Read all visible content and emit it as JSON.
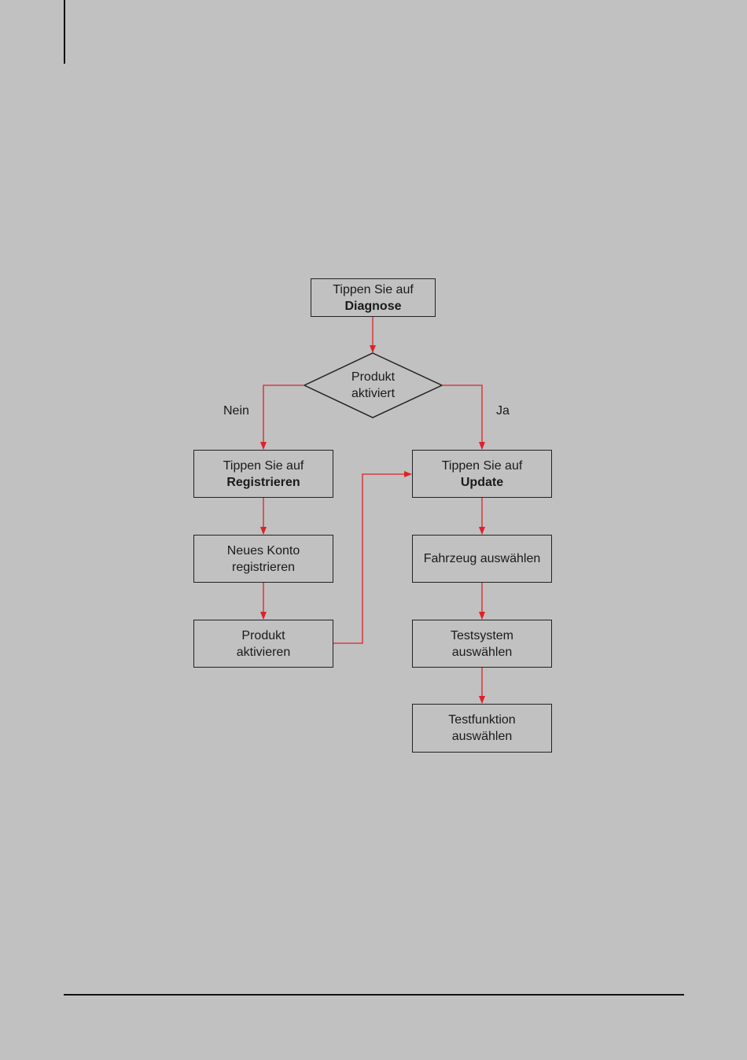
{
  "flowchart": {
    "start": {
      "line1": "Tippen Sie auf",
      "line2": "Diagnose"
    },
    "decision": {
      "line1": "Produkt",
      "line2": "aktiviert"
    },
    "branch_no": "Nein",
    "branch_yes": "Ja",
    "register": {
      "line1": "Tippen Sie auf",
      "line2": "Registrieren"
    },
    "new_account": {
      "line1": "Neues Konto",
      "line2": "registrieren"
    },
    "activate": {
      "line1": "Produkt",
      "line2": "aktivieren"
    },
    "update": {
      "line1": "Tippen Sie auf",
      "line2": "Update"
    },
    "select_vehicle": {
      "line1": "Fahrzeug auswählen"
    },
    "select_system": {
      "line1": "Testsystem",
      "line2": "auswählen"
    },
    "select_function": {
      "line1": "Testfunktion",
      "line2": "auswählen"
    }
  },
  "colors": {
    "background": "#c0c1c0",
    "arrow": "#e0202a",
    "border": "#222222"
  }
}
